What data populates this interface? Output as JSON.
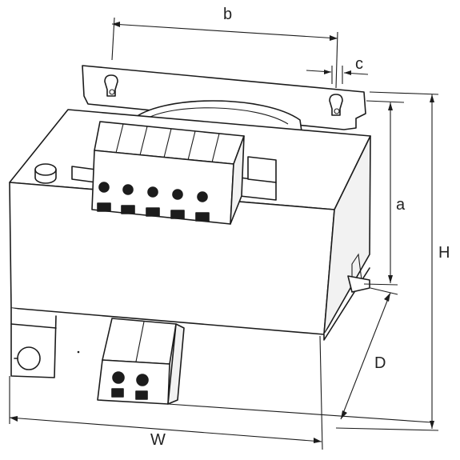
{
  "dimensions": {
    "b": "b",
    "c": "c",
    "a": "a",
    "H": "H",
    "D": "D",
    "W": "W"
  },
  "colors": {
    "line": "#1c1c1c",
    "background": "#ffffff"
  }
}
